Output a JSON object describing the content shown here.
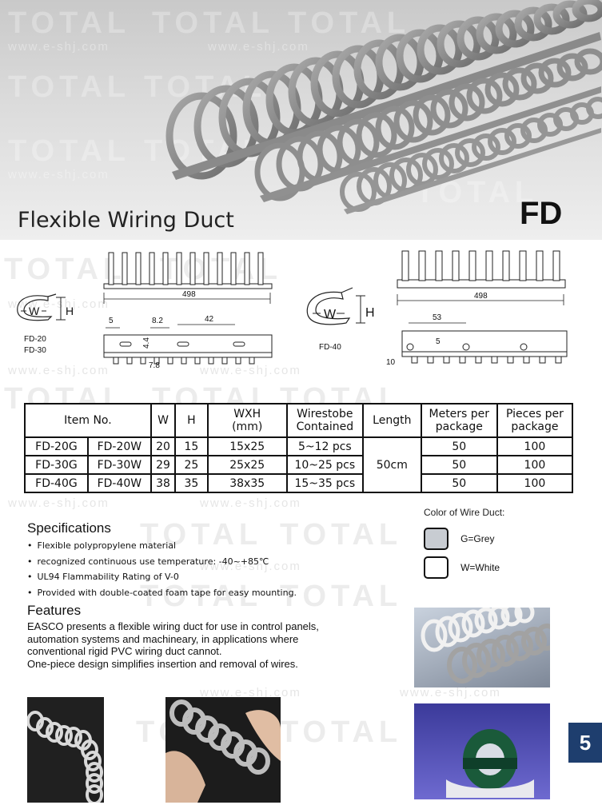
{
  "header": {
    "title": "Flexible Wiring Duct",
    "series_code": "FD",
    "watermark_brand": "TOTAL",
    "watermark_url": "www.e-shj.com"
  },
  "drawings": {
    "left": {
      "models": [
        "FD-20",
        "FD-30"
      ],
      "length": "498",
      "pitch": "42",
      "dim_a": "5",
      "dim_b": "8.2",
      "dim_c": "4.4",
      "dim_d": "7.8",
      "label_w": "W",
      "label_h": "H"
    },
    "right": {
      "models": [
        "FD-40"
      ],
      "length": "498",
      "pitch": "53",
      "dim_a": "5",
      "dim_b": "10",
      "label_w": "W",
      "label_h": "H"
    }
  },
  "table": {
    "headers": {
      "item_no": "Item No.",
      "w": "W",
      "h": "H",
      "wxh": [
        "WXH",
        "(mm)"
      ],
      "wirestobe": [
        "Wirestobe",
        "Contained"
      ],
      "length": "Length",
      "meters": [
        "Meters per",
        "package"
      ],
      "pieces": [
        "Pieces per",
        "package"
      ]
    },
    "shared_length": "50cm",
    "rows": [
      {
        "grey": "FD-20G",
        "white": "FD-20W",
        "w": "20",
        "h": "15",
        "wxh": "15x25",
        "wirestobe": "5~12 pcs",
        "meters": "50",
        "pieces": "100"
      },
      {
        "grey": "FD-30G",
        "white": "FD-30W",
        "w": "29",
        "h": "25",
        "wxh": "25x25",
        "wirestobe": "10~25 pcs",
        "meters": "50",
        "pieces": "100"
      },
      {
        "grey": "FD-40G",
        "white": "FD-40W",
        "w": "38",
        "h": "35",
        "wxh": "38x35",
        "wirestobe": "15~35 pcs",
        "meters": "50",
        "pieces": "100"
      }
    ]
  },
  "specifications": {
    "title": "Specifications",
    "items": [
      "Flexible polypropylene material",
      "recognized continuous use temperature: -40~+85℃",
      "UL94 Flammability Rating of V-0",
      "Provided with double-coated foam tape for easy mounting."
    ]
  },
  "features": {
    "title": "Features",
    "lines": [
      "EASCO presents a flexible wiring duct for use in control panels,",
      "automation systems and machineary, in applications where",
      "conventional rigid PVC wiring duct cannot.",
      "One-piece design simplifies insertion and removal of wires."
    ]
  },
  "color_options": {
    "title": "Color of Wire Duct:",
    "items": [
      {
        "label": "G=Grey",
        "color": "#c8ccd2"
      },
      {
        "label": "W=White",
        "color": "#ffffff"
      }
    ]
  },
  "page_number": "5",
  "colors": {
    "page_tab": "#1e3e6e",
    "duct_grey": "#8c8c8c",
    "duct_white": "#e8e8e8"
  }
}
